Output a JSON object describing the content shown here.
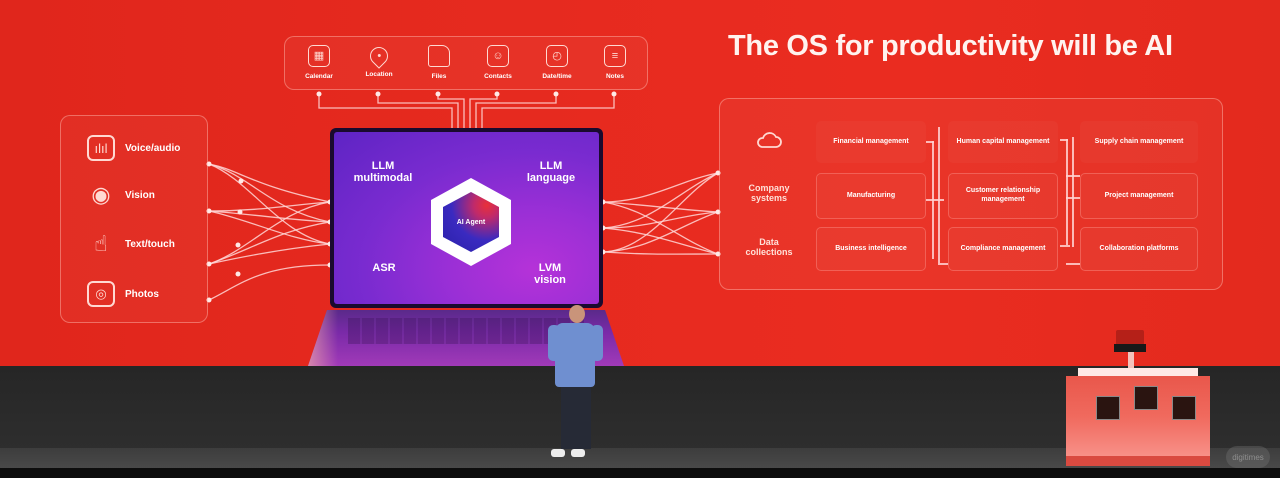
{
  "slide": {
    "title": "The OS for productivity will be AI",
    "colors": {
      "background": "#e62a1f",
      "text": "#ffffff",
      "accent_purple": "#7a2bd0",
      "line": "#ffd2d2"
    }
  },
  "data_sources": {
    "items": [
      {
        "label": "Calendar",
        "icon": "calendar-icon"
      },
      {
        "label": "Location",
        "icon": "location-pin-icon"
      },
      {
        "label": "Files",
        "icon": "folder-icon"
      },
      {
        "label": "Contacts",
        "icon": "contacts-icon"
      },
      {
        "label": "Date/time",
        "icon": "clock-icon"
      },
      {
        "label": "Notes",
        "icon": "notes-icon"
      }
    ]
  },
  "inputs": {
    "items": [
      {
        "label": "Voice/audio",
        "icon": "audio-waveform-icon"
      },
      {
        "label": "Vision",
        "icon": "eye-icon"
      },
      {
        "label": "Text/touch",
        "icon": "hand-pointer-icon"
      },
      {
        "label": "Photos",
        "icon": "camera-icon"
      }
    ]
  },
  "laptop": {
    "top_left": {
      "line1": "LLM",
      "line2": "multimodal"
    },
    "top_right": {
      "line1": "LLM",
      "line2": "language"
    },
    "bottom_left": {
      "line1": "ASR"
    },
    "bottom_right": {
      "line1": "LVM",
      "line2": "vision"
    },
    "center": {
      "label": "AI Agent"
    }
  },
  "outputs": {
    "categories": [
      {
        "label": "Company systems"
      },
      {
        "label": "Data collections"
      }
    ],
    "cloud_icon": "cloud-icon",
    "systems": [
      [
        "Financial management",
        "Human capital management",
        "Supply chain management"
      ],
      [
        "Manufacturing",
        "Customer relationship management",
        "Project management"
      ],
      [
        "Business intelligence",
        "Compliance management",
        "Collaboration platforms"
      ]
    ]
  },
  "watermark": {
    "text": "digitimes"
  }
}
